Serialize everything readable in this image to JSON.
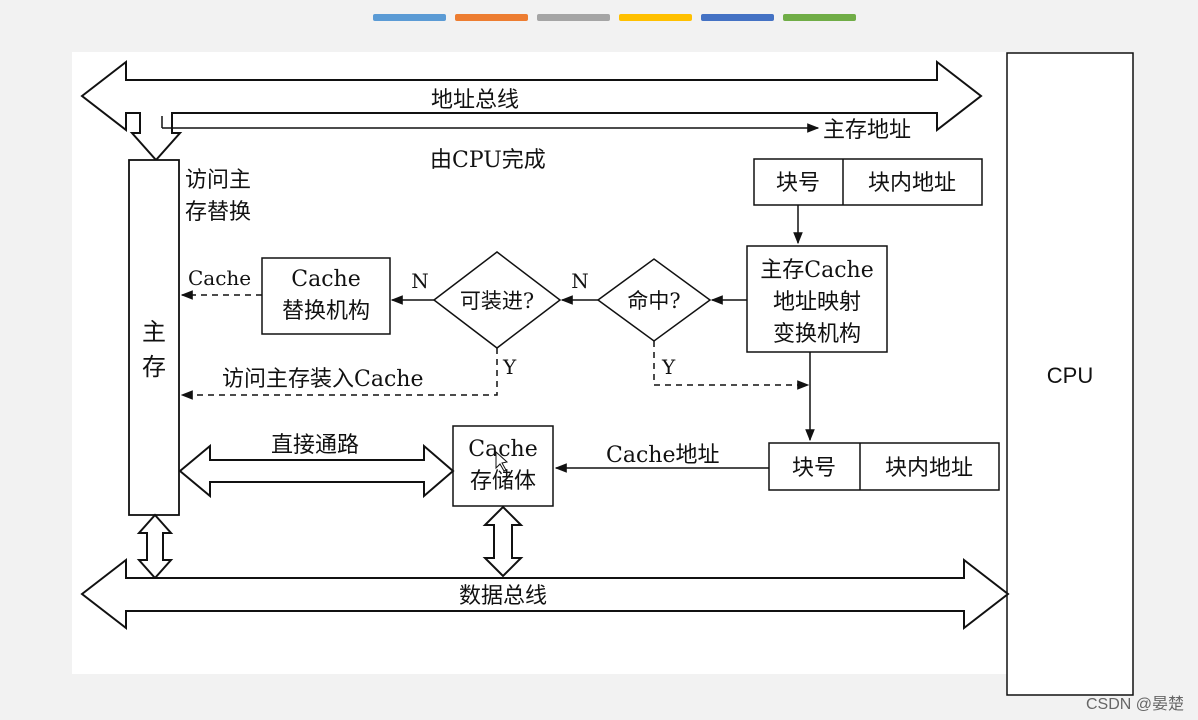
{
  "header": {
    "accent_colors": [
      "#5b9bd5",
      "#ed7d31",
      "#a5a5a5",
      "#ffc000",
      "#4472c4",
      "#70ad47"
    ]
  },
  "diagram": {
    "address_bus": "地址总线",
    "main_memory_address": "主存地址",
    "by_cpu": "由CPU完成",
    "access_replace_1": "访问主",
    "access_replace_2": "存替换",
    "main_memory_1": "主",
    "main_memory_2": "存",
    "block_no": "块号",
    "block_offset": "块内地址",
    "mapper_1": "主存Cache",
    "mapper_2": "地址映射",
    "mapper_3": "变换机构",
    "hit": "命中?",
    "loadable": "可装进?",
    "replacer_1": "Cache",
    "replacer_2": "替换机构",
    "cache_label": "Cache",
    "n1": "N",
    "n2": "N",
    "y1": "Y",
    "y2": "Y",
    "access_load": "访问主存装入Cache",
    "direct_path": "直接通路",
    "cache_store_1": "Cache",
    "cache_store_2": "存储体",
    "cache_address": "Cache地址",
    "block_no_2": "块号",
    "block_offset_2": "块内地址",
    "data_bus": "数据总线",
    "cpu": "CPU"
  },
  "watermark": "CSDN @晏楚"
}
